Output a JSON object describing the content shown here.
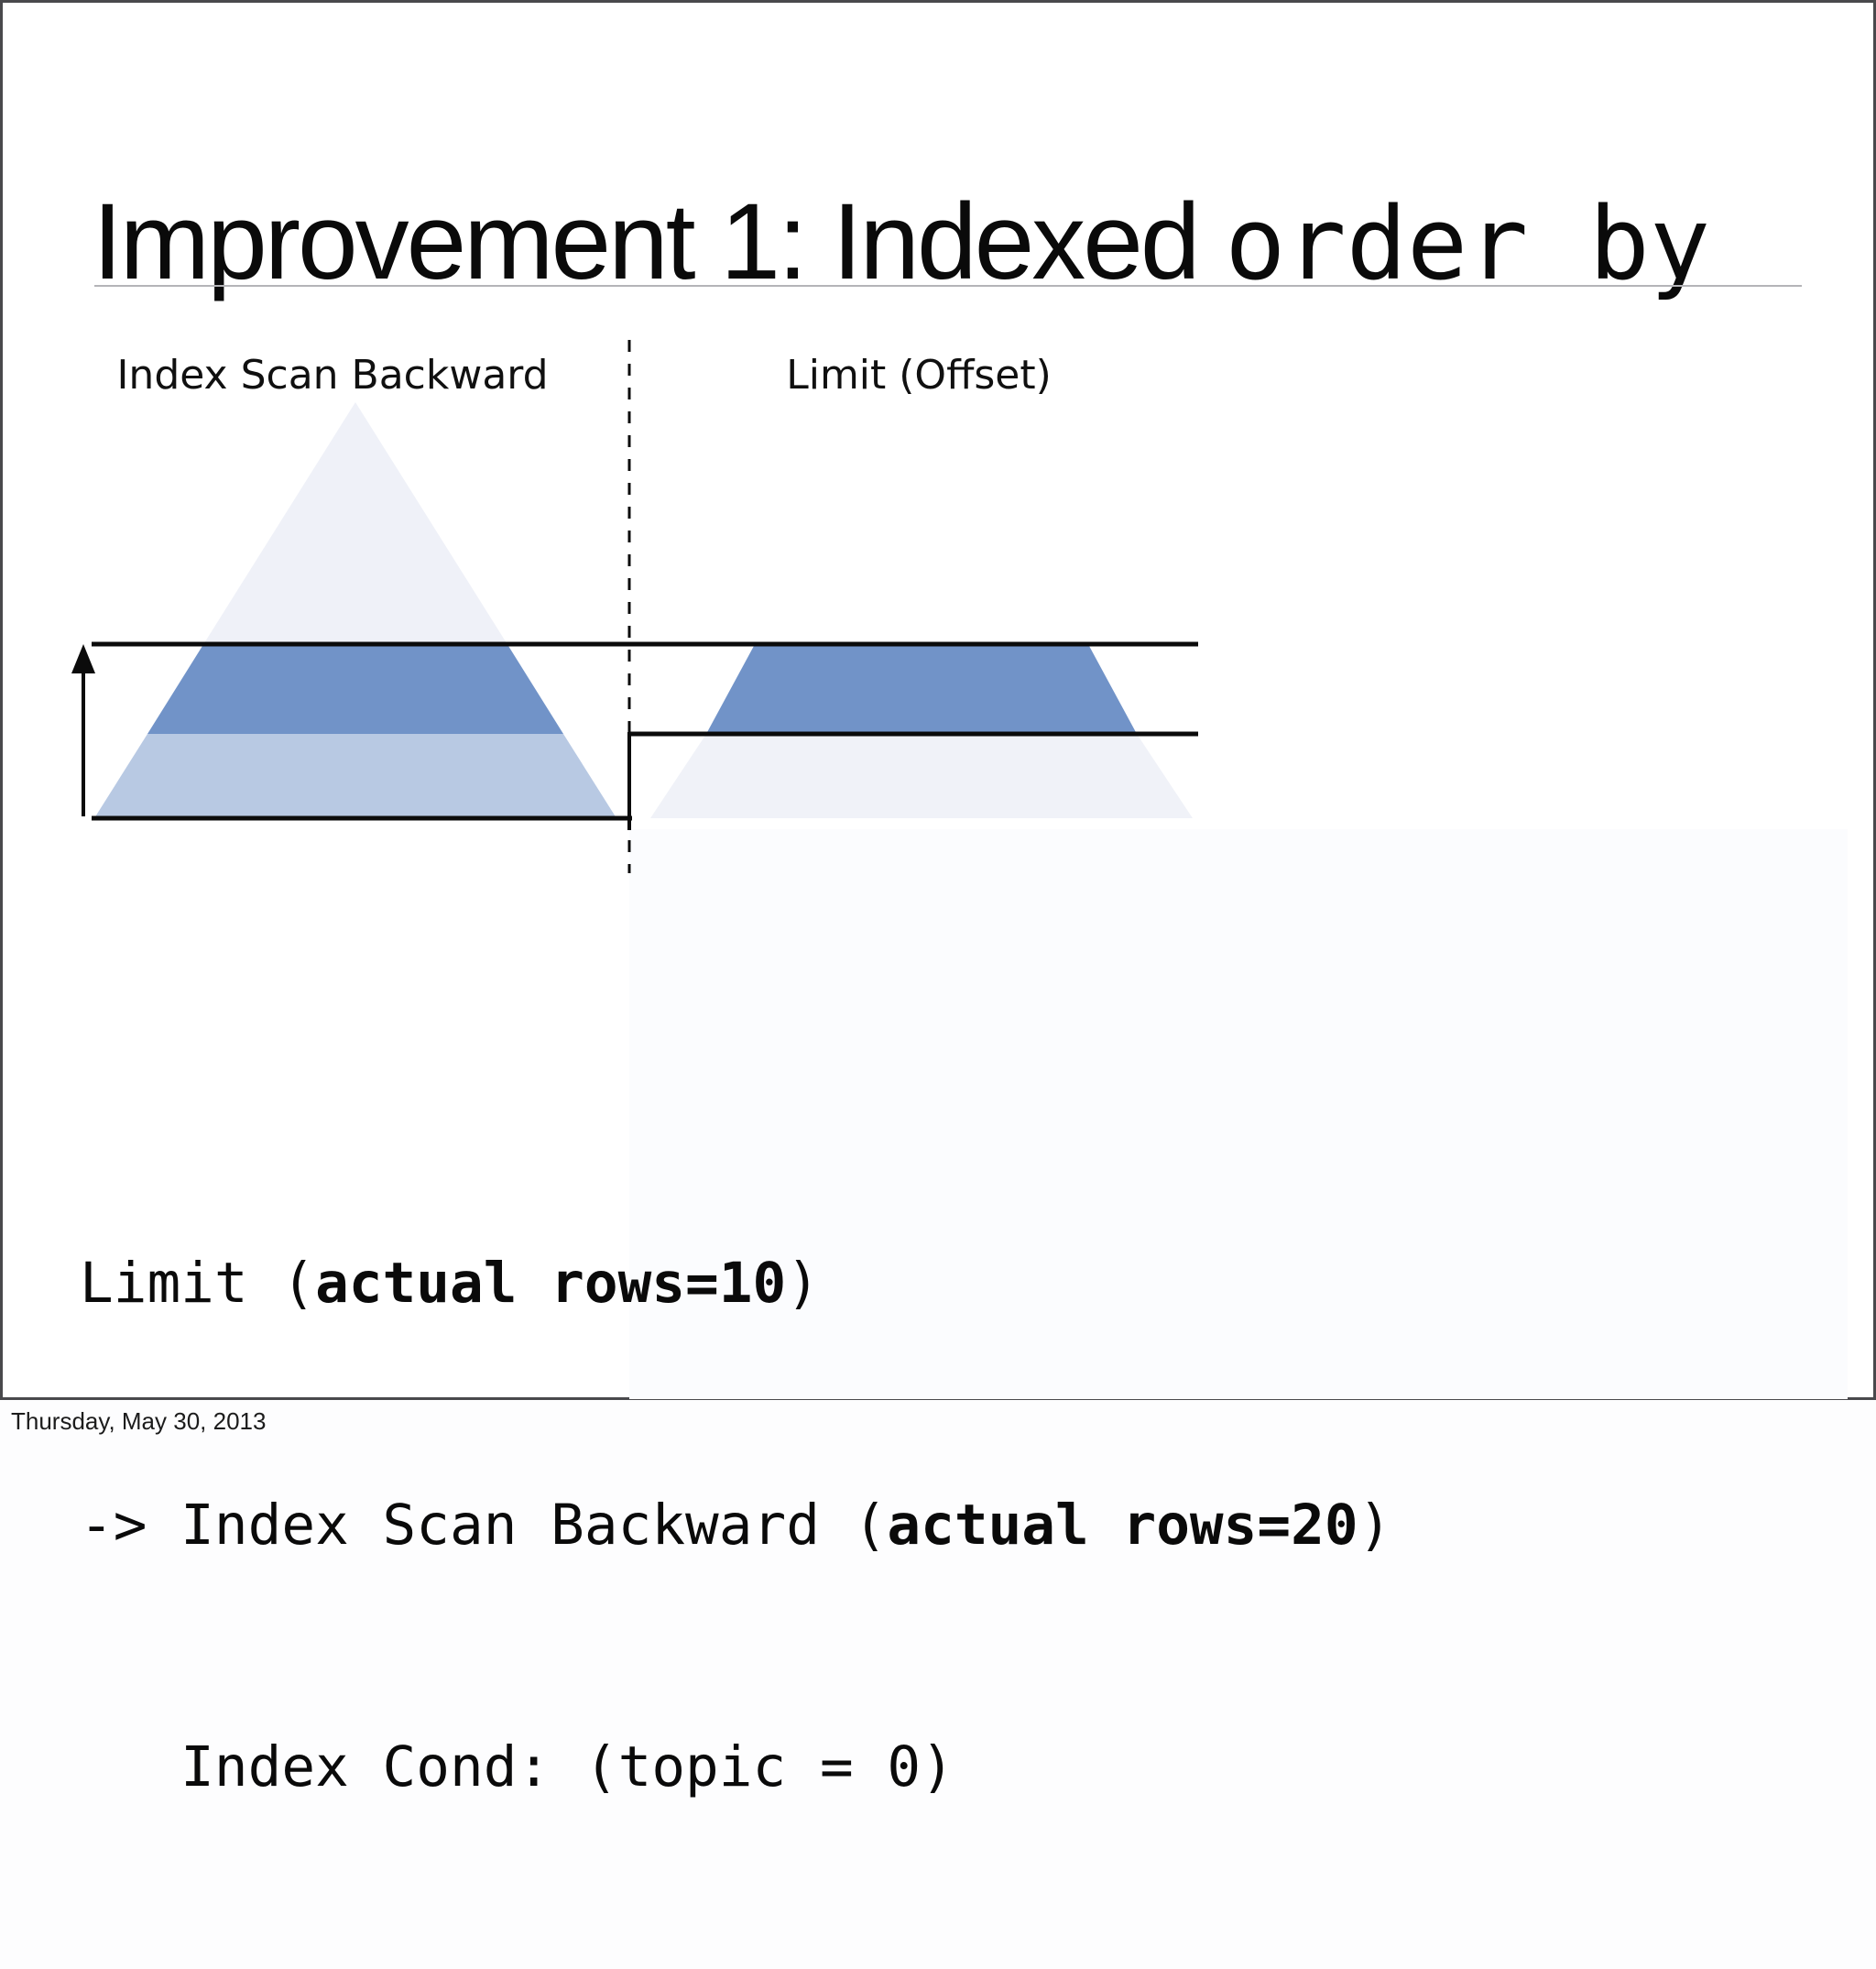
{
  "slide": {
    "title": {
      "text_sans": "Improvement 1: Indexed ",
      "text_mono": "order by"
    },
    "diagram": {
      "left_label": "Index Scan Backward",
      "right_label": "Limit (Offset)",
      "colors": {
        "pyramid_faint": "#eff1f8",
        "pyramid_blue": "#7193c8",
        "pyramid_light_blue": "#b8c9e3",
        "trapezoid_blue": "#7193c8",
        "trapezoid_faint": "#f0f2f8",
        "background_tint": "#fbfcfe",
        "line_color": "#0b0b0b"
      }
    },
    "code": {
      "line1_pre": "Limit (",
      "line1_bold": "actual rows=10",
      "line1_post": ")",
      "line2_pre": "-> Index Scan Backward (",
      "line2_bold": "actual rows=20",
      "line2_post": ")",
      "line3": "   Index Cond: (topic = 0)"
    }
  },
  "footer": {
    "date": "Thursday, May 30, 2013"
  }
}
